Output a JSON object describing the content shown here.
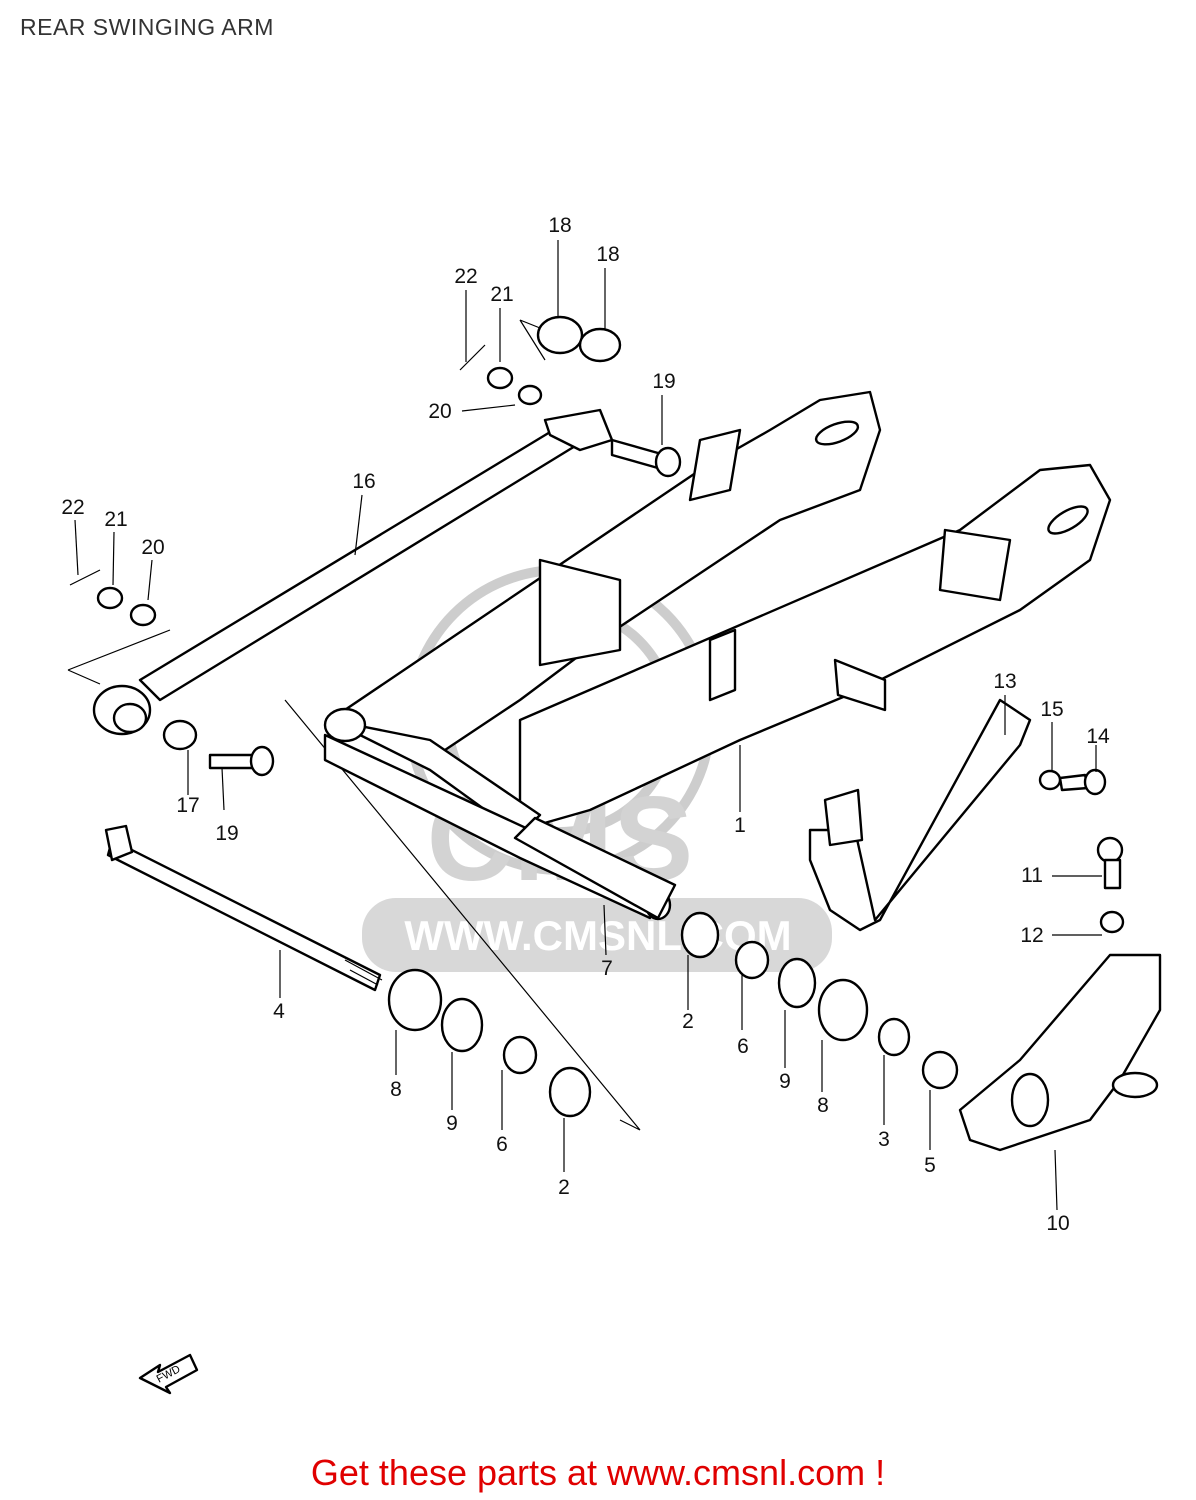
{
  "title": "REAR SWINGING ARM",
  "watermark": {
    "brand": "CMS",
    "url": "WWW.CMSNL.COM"
  },
  "fwd_label": "FWD",
  "footer_text": "Get these parts at www.cmsnl.com !",
  "footer_color": "#e00000",
  "callouts": {
    "c1": "1",
    "c2a": "2",
    "c2b": "2",
    "c3": "3",
    "c4": "4",
    "c5": "5",
    "c6a": "6",
    "c6b": "6",
    "c7": "7",
    "c8a": "8",
    "c8b": "8",
    "c9a": "9",
    "c9b": "9",
    "c10": "10",
    "c11": "11",
    "c12": "12",
    "c13": "13",
    "c14": "14",
    "c15": "15",
    "c16": "16",
    "c17": "17",
    "c18a": "18",
    "c18b": "18",
    "c19a": "19",
    "c19b": "19",
    "c20a": "20",
    "c20b": "20",
    "c21a": "21",
    "c21b": "21",
    "c22a": "22",
    "c22b": "22"
  }
}
